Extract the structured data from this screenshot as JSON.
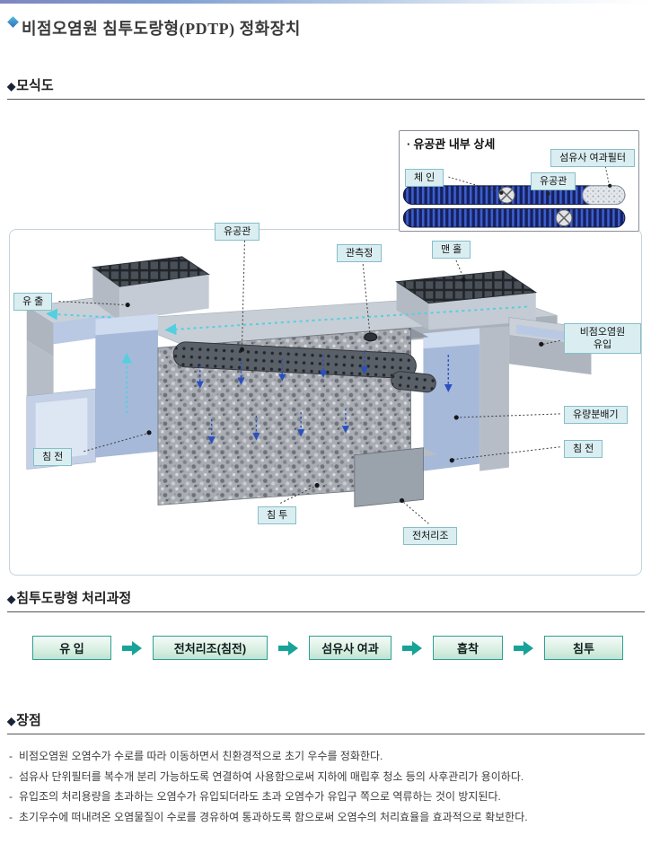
{
  "page": {
    "title": "비점오염원 침투도랑형(PDTP) 정화장치"
  },
  "markers": {
    "diamond": "◆",
    "dot": "·",
    "dash": "-"
  },
  "sections": {
    "schematic": "모식도",
    "process": "침투도랑형 처리과정",
    "advantages": "장점"
  },
  "inset": {
    "title": "유공관 내부 상세",
    "labels": {
      "filter": "섬유사 여과필터",
      "chain": "체 인",
      "pipe": "유공관"
    }
  },
  "diagram": {
    "labels": {
      "pipe": "유공관",
      "observation_well": "관측정",
      "manhole": "맨 홀",
      "outflow": "유 출",
      "inflow_line1": "비점오염원",
      "inflow_line2": "유입",
      "flow_distributor": "유량분배기",
      "sedimentation_right": "침 전",
      "sedimentation_left": "침 전",
      "infiltration": "침 투",
      "pretreatment_tank": "전처리조"
    }
  },
  "process_flow": {
    "steps": [
      "유 입",
      "전처리조(침전)",
      "섬유사 여과",
      "흡착",
      "침투"
    ]
  },
  "advantages": {
    "items": [
      "비점오염원 오염수가 수로를 따라 이동하면서 친환경적으로 초기 우수를 정화한다.",
      "섬유사 단위필터를 복수개 분리 가능하도록 연결하여 사용함으로써 지하에 매립후 청소 등의 사후관리가 용이하다.",
      "유입조의 처리용량을 초과하는 오염수가 유입되더라도 초과 오염수가 유입구 쪽으로 역류하는 것이 방지된다.",
      "초기우수에 떠내려온 오염물질이 수로를 경유하여 통과하도록 함으로써 오염수의 처리효율을 효과적으로 확보한다."
    ]
  },
  "colors": {
    "label_bg": "#daeef2",
    "label_border": "#86bfc8",
    "flow_box_border": "#2f9e96",
    "flow_arrow": "#17a398",
    "pipe_coil_blue": "#3c5fce",
    "structure_gray": "#c7ced6",
    "water_blue": "#a6b9d8"
  }
}
